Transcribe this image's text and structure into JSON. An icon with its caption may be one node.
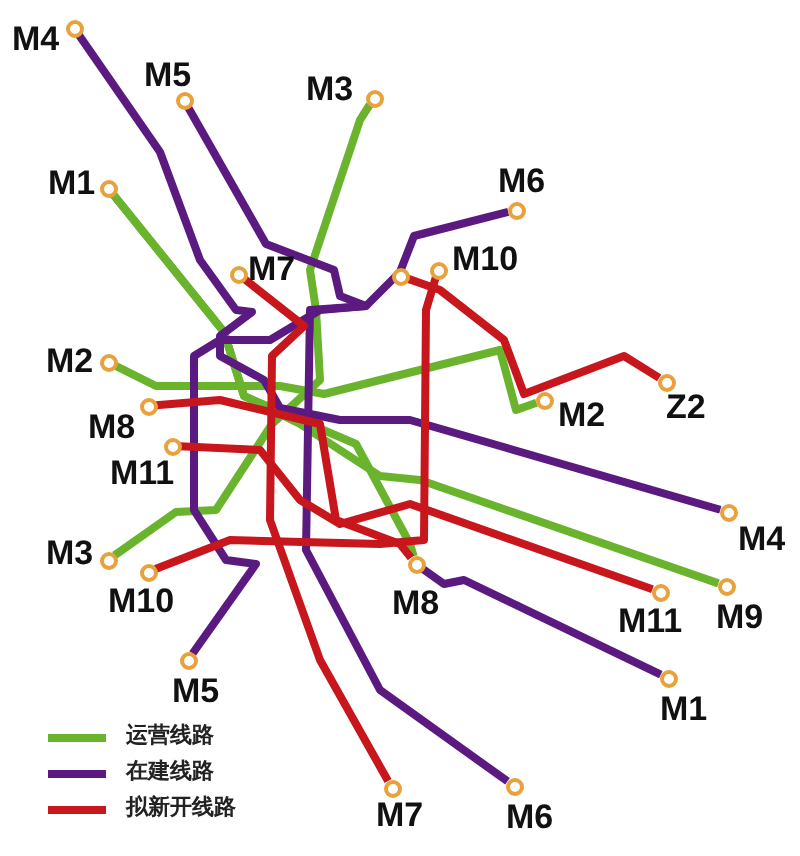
{
  "diagram": {
    "nodes": [
      {
        "text": [],
        "shape": "circle",
        "beside": [
          "M4"
        ]
      },
      {
        "text": [],
        "shape": "circle",
        "beside": [
          "M5"
        ]
      },
      {
        "text": [],
        "shape": "circle",
        "beside": [
          "M3"
        ]
      },
      {
        "text": [],
        "shape": "circle",
        "beside": [
          "M1"
        ]
      },
      {
        "text": [],
        "shape": "circle",
        "beside": [
          "M6"
        ]
      },
      {
        "text": [],
        "shape": "circle",
        "beside": [
          "M7"
        ]
      },
      {
        "text": [],
        "shape": "circle"
      },
      {
        "text": [],
        "shape": "circle",
        "beside": [
          "M10"
        ]
      },
      {
        "text": [],
        "shape": "circle",
        "beside": [
          "M2"
        ]
      },
      {
        "text": [],
        "shape": "circle",
        "beside": [
          "Z2"
        ]
      },
      {
        "text": [],
        "shape": "circle",
        "beside": [
          "M2"
        ]
      },
      {
        "text": [],
        "shape": "circle",
        "beside": [
          "M8"
        ]
      },
      {
        "text": [],
        "shape": "circle",
        "beside": [
          "M11"
        ]
      },
      {
        "text": [],
        "shape": "circle",
        "beside": [
          "M4"
        ]
      },
      {
        "text": [],
        "shape": "circle",
        "beside": [
          "M3"
        ]
      },
      {
        "text": [],
        "shape": "circle",
        "beside": [
          "M10"
        ]
      },
      {
        "text": [],
        "shape": "circle",
        "beside": [
          "M8"
        ]
      },
      {
        "text": [],
        "shape": "circle",
        "beside": [
          "M11"
        ]
      },
      {
        "text": [],
        "shape": "circle",
        "beside": [
          "M9"
        ]
      },
      {
        "text": [],
        "shape": "circle",
        "beside": [
          "M5"
        ]
      },
      {
        "text": [],
        "shape": "circle",
        "beside": [
          "M1"
        ]
      },
      {
        "text": [],
        "shape": "circle",
        "beside": [
          "M7"
        ]
      },
      {
        "text": [],
        "shape": "circle",
        "beside": [
          "M6"
        ]
      }
    ],
    "edges": [
      {
        "from": 3,
        "to": 16,
        "arrow": "none",
        "color": "#6ab42d"
      },
      {
        "from": 3,
        "to": 18,
        "arrow": "none",
        "color": "#6ab42d"
      },
      {
        "from": 2,
        "to": 14,
        "arrow": "none",
        "color": "#6ab42d"
      },
      {
        "from": 8,
        "to": 10,
        "arrow": "none",
        "color": "#6ab42d"
      },
      {
        "from": 0,
        "to": 13,
        "arrow": "none",
        "color": "#5b1a80"
      },
      {
        "from": 1,
        "to": 19,
        "arrow": "none",
        "color": "#5b1a80"
      },
      {
        "from": 4,
        "to": 22,
        "arrow": "none",
        "color": "#5b1a80"
      },
      {
        "from": 16,
        "to": 20,
        "arrow": "none",
        "color": "#5b1a80"
      },
      {
        "from": 5,
        "to": 21,
        "arrow": "none",
        "color": "#c8161d"
      },
      {
        "from": 6,
        "to": 9,
        "arrow": "none",
        "color": "#c8161d"
      },
      {
        "from": 7,
        "to": 15,
        "arrow": "none",
        "color": "#c8161d"
      },
      {
        "from": 11,
        "to": 16,
        "arrow": "none",
        "color": "#c8161d"
      },
      {
        "from": 12,
        "to": 17,
        "arrow": "none",
        "color": "#c8161d"
      }
    ],
    "legend": [
      {
        "text": "运营线路",
        "color": "#6ab42d"
      },
      {
        "text": "在建线路",
        "color": "#5b1a80"
      },
      {
        "text": "拟新开线路",
        "color": "#c8161d"
      }
    ]
  }
}
